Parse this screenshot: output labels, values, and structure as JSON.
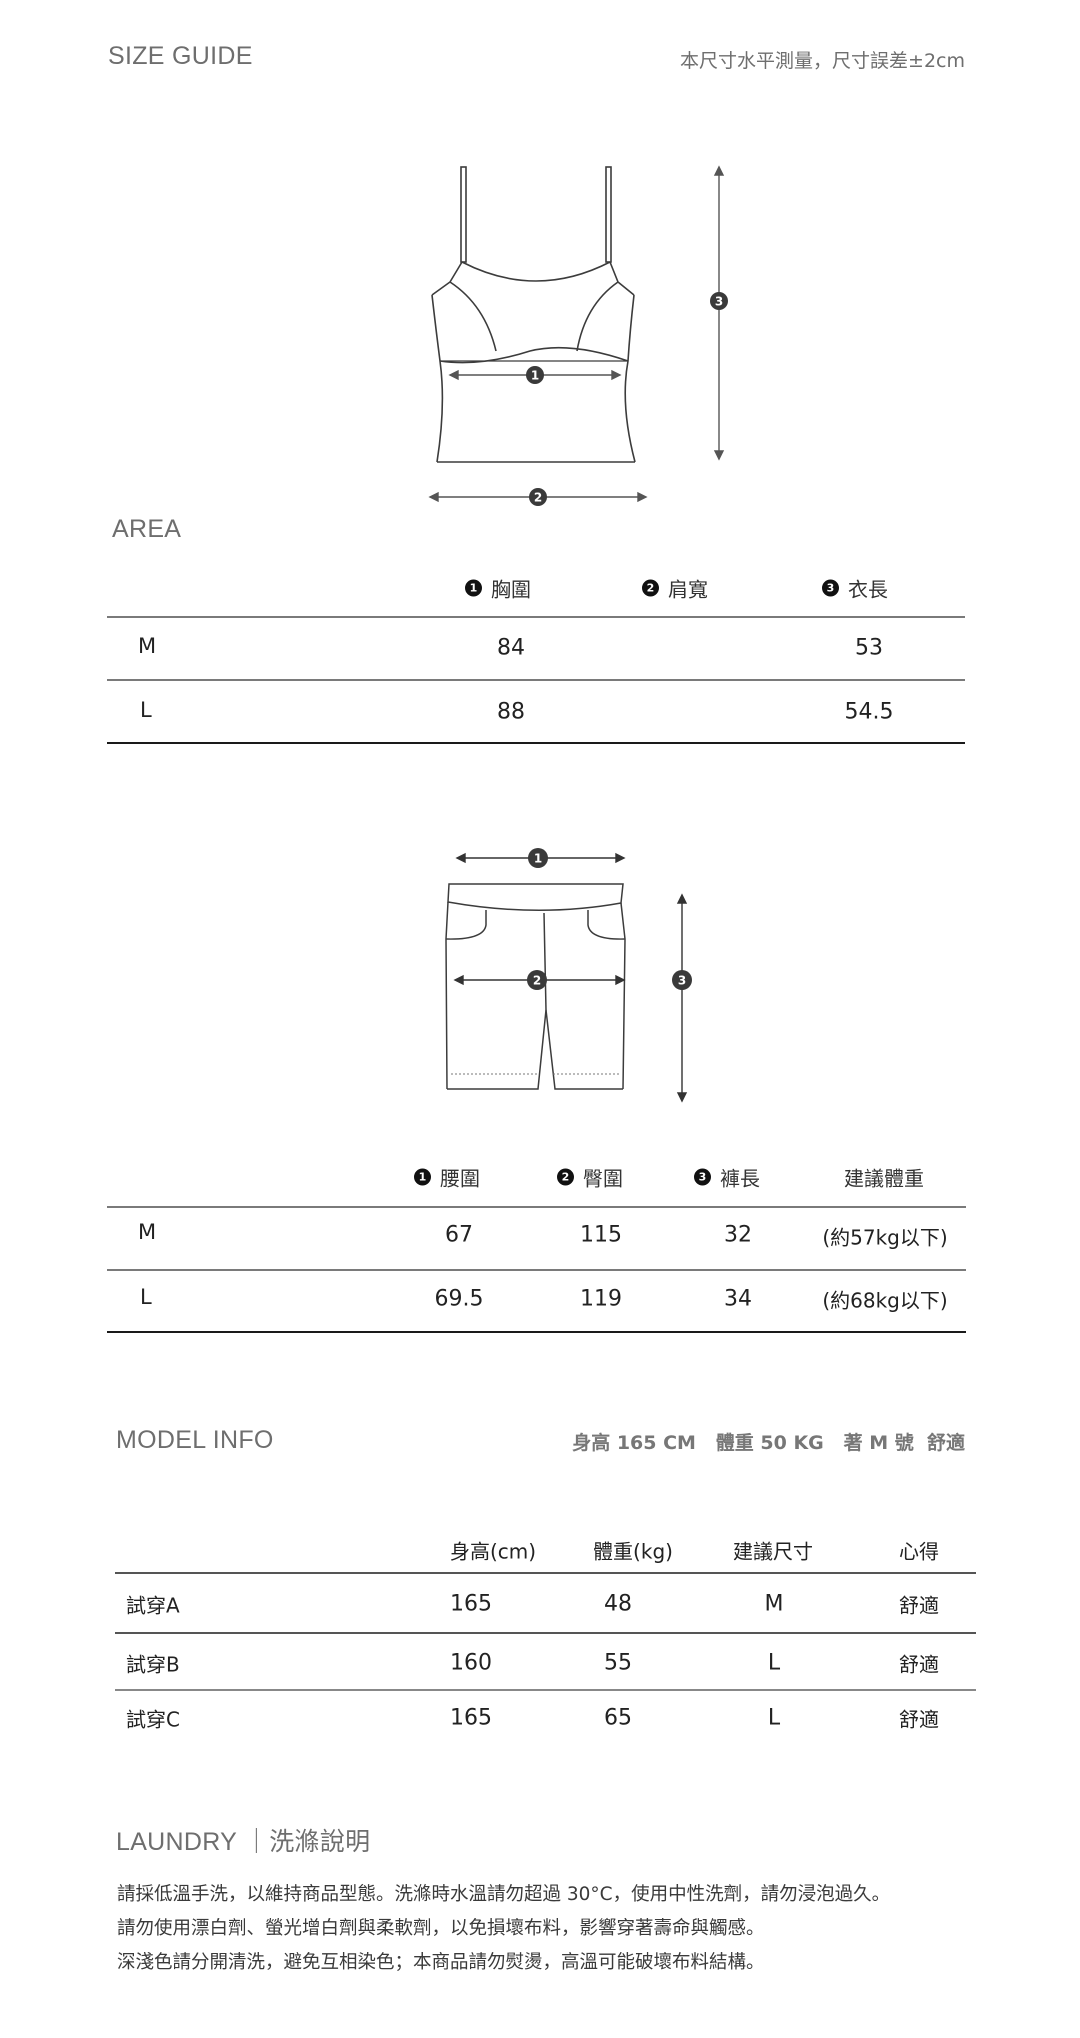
{
  "header": {
    "title": "SIZE GUIDE",
    "note": "本尺寸水平測量，尺寸誤差±2cm"
  },
  "top_diagram": {
    "icon": "camisole-top-diagram",
    "markers": [
      "1",
      "2",
      "3"
    ]
  },
  "area_table": {
    "title": "AREA",
    "columns": [
      {
        "badge": "1",
        "label": "胸圍"
      },
      {
        "badge": "2",
        "label": "肩寬"
      },
      {
        "badge": "3",
        "label": "衣長"
      }
    ],
    "rows": [
      {
        "size": "M",
        "values": [
          "84",
          "",
          "53"
        ]
      },
      {
        "size": "L",
        "values": [
          "88",
          "",
          "54.5"
        ]
      }
    ]
  },
  "shorts_diagram": {
    "icon": "shorts-diagram",
    "markers": [
      "1",
      "2",
      "3"
    ]
  },
  "shorts_table": {
    "columns": [
      {
        "badge": "1",
        "label": "腰圍"
      },
      {
        "badge": "2",
        "label": "臀圍"
      },
      {
        "badge": "3",
        "label": "褲長"
      },
      {
        "badge": "",
        "label": "建議體重"
      }
    ],
    "rows": [
      {
        "size": "M",
        "values": [
          "67",
          "115",
          "32",
          "(約57kg以下)"
        ]
      },
      {
        "size": "L",
        "values": [
          "69.5",
          "119",
          "34",
          "(約68kg以下)"
        ]
      }
    ]
  },
  "model_info": {
    "title": "MODEL INFO",
    "summary": "身高 165 CM   體重 50 KG   著 M 號  舒適",
    "columns": [
      "身高(cm)",
      "體重(kg)",
      "建議尺寸",
      "心得"
    ],
    "rows": [
      {
        "label": "試穿A",
        "values": [
          "165",
          "48",
          "M",
          "舒適"
        ]
      },
      {
        "label": "試穿B",
        "values": [
          "160",
          "55",
          "L",
          "舒適"
        ]
      },
      {
        "label": "試穿C",
        "values": [
          "165",
          "65",
          "L",
          "舒適"
        ]
      }
    ]
  },
  "laundry": {
    "title": "LAUNDRY ｜洗滌說明",
    "lines": [
      "請採低溫手洗，以維持商品型態。洗滌時水溫請勿超過 30°C，使用中性洗劑，請勿浸泡過久。",
      "請勿使用漂白劑、螢光增白劑與柔軟劑，以免損壞布料，影響穿著壽命與觸感。",
      "深淺色請分開清洗，避免互相染色；本商品請勿熨燙，高溫可能破壞布料結構。"
    ]
  },
  "colors": {
    "title_gray": "#6e6e6e",
    "text_dark": "#222222",
    "rule_gray": "#7a7a7a",
    "rule_dark": "#1a1a1a",
    "badge_dark": "#3a3a3a"
  }
}
